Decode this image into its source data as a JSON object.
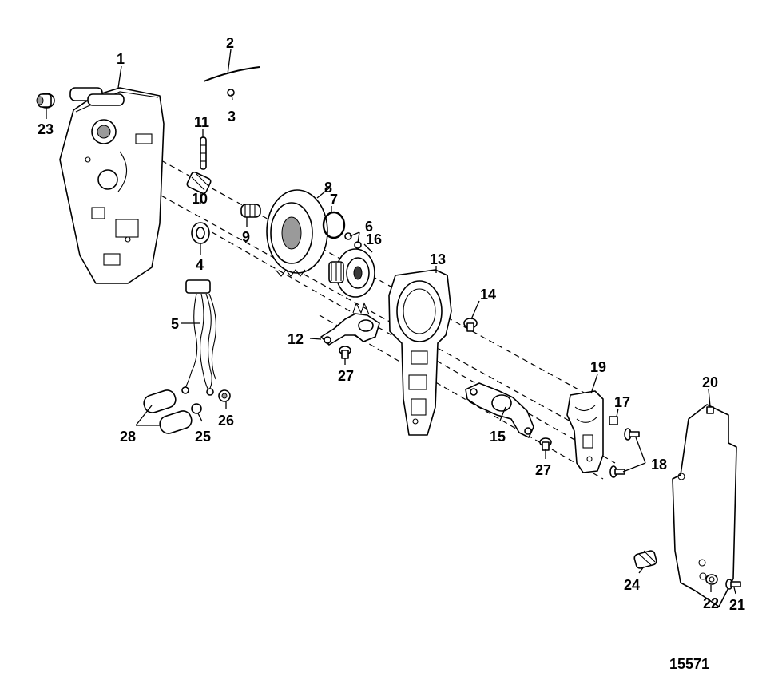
{
  "diagram": {
    "figure_number": "15571",
    "callouts": {
      "c1": "1",
      "c2": "2",
      "c3": "3",
      "c4": "4",
      "c5": "5",
      "c6": "6",
      "c7": "7",
      "c8": "8",
      "c9": "9",
      "c10": "10",
      "c11": "11",
      "c12": "12",
      "c13": "13",
      "c14": "14",
      "c15": "15",
      "c16": "16",
      "c17": "17",
      "c18": "18",
      "c19": "19",
      "c20": "20",
      "c21": "21",
      "c22": "22",
      "c23": "23",
      "c24": "24",
      "c25": "25",
      "c26": "26",
      "c27a": "27",
      "c27b": "27",
      "c28": "28"
    }
  }
}
